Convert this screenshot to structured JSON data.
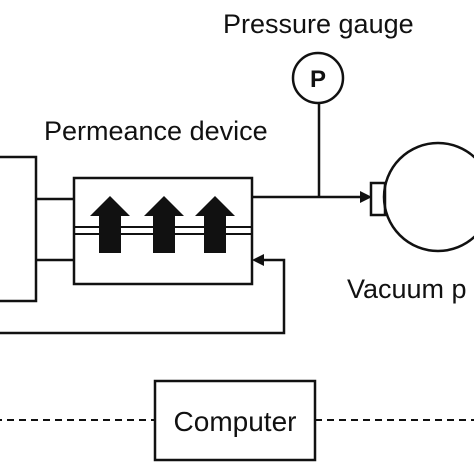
{
  "labels": {
    "pressure_gauge": "Pressure gauge",
    "gauge_symbol": "P",
    "permeance_device": "Permeance device",
    "vacuum_pump": "Vacuum p",
    "computer": "Computer"
  },
  "icons": {
    "flow_arrows": "upward-arrow-icon",
    "gauge": "pressure-gauge-icon",
    "pump": "vacuum-pump-icon"
  },
  "colors": {
    "line": "#111111",
    "background": "#ffffff"
  }
}
